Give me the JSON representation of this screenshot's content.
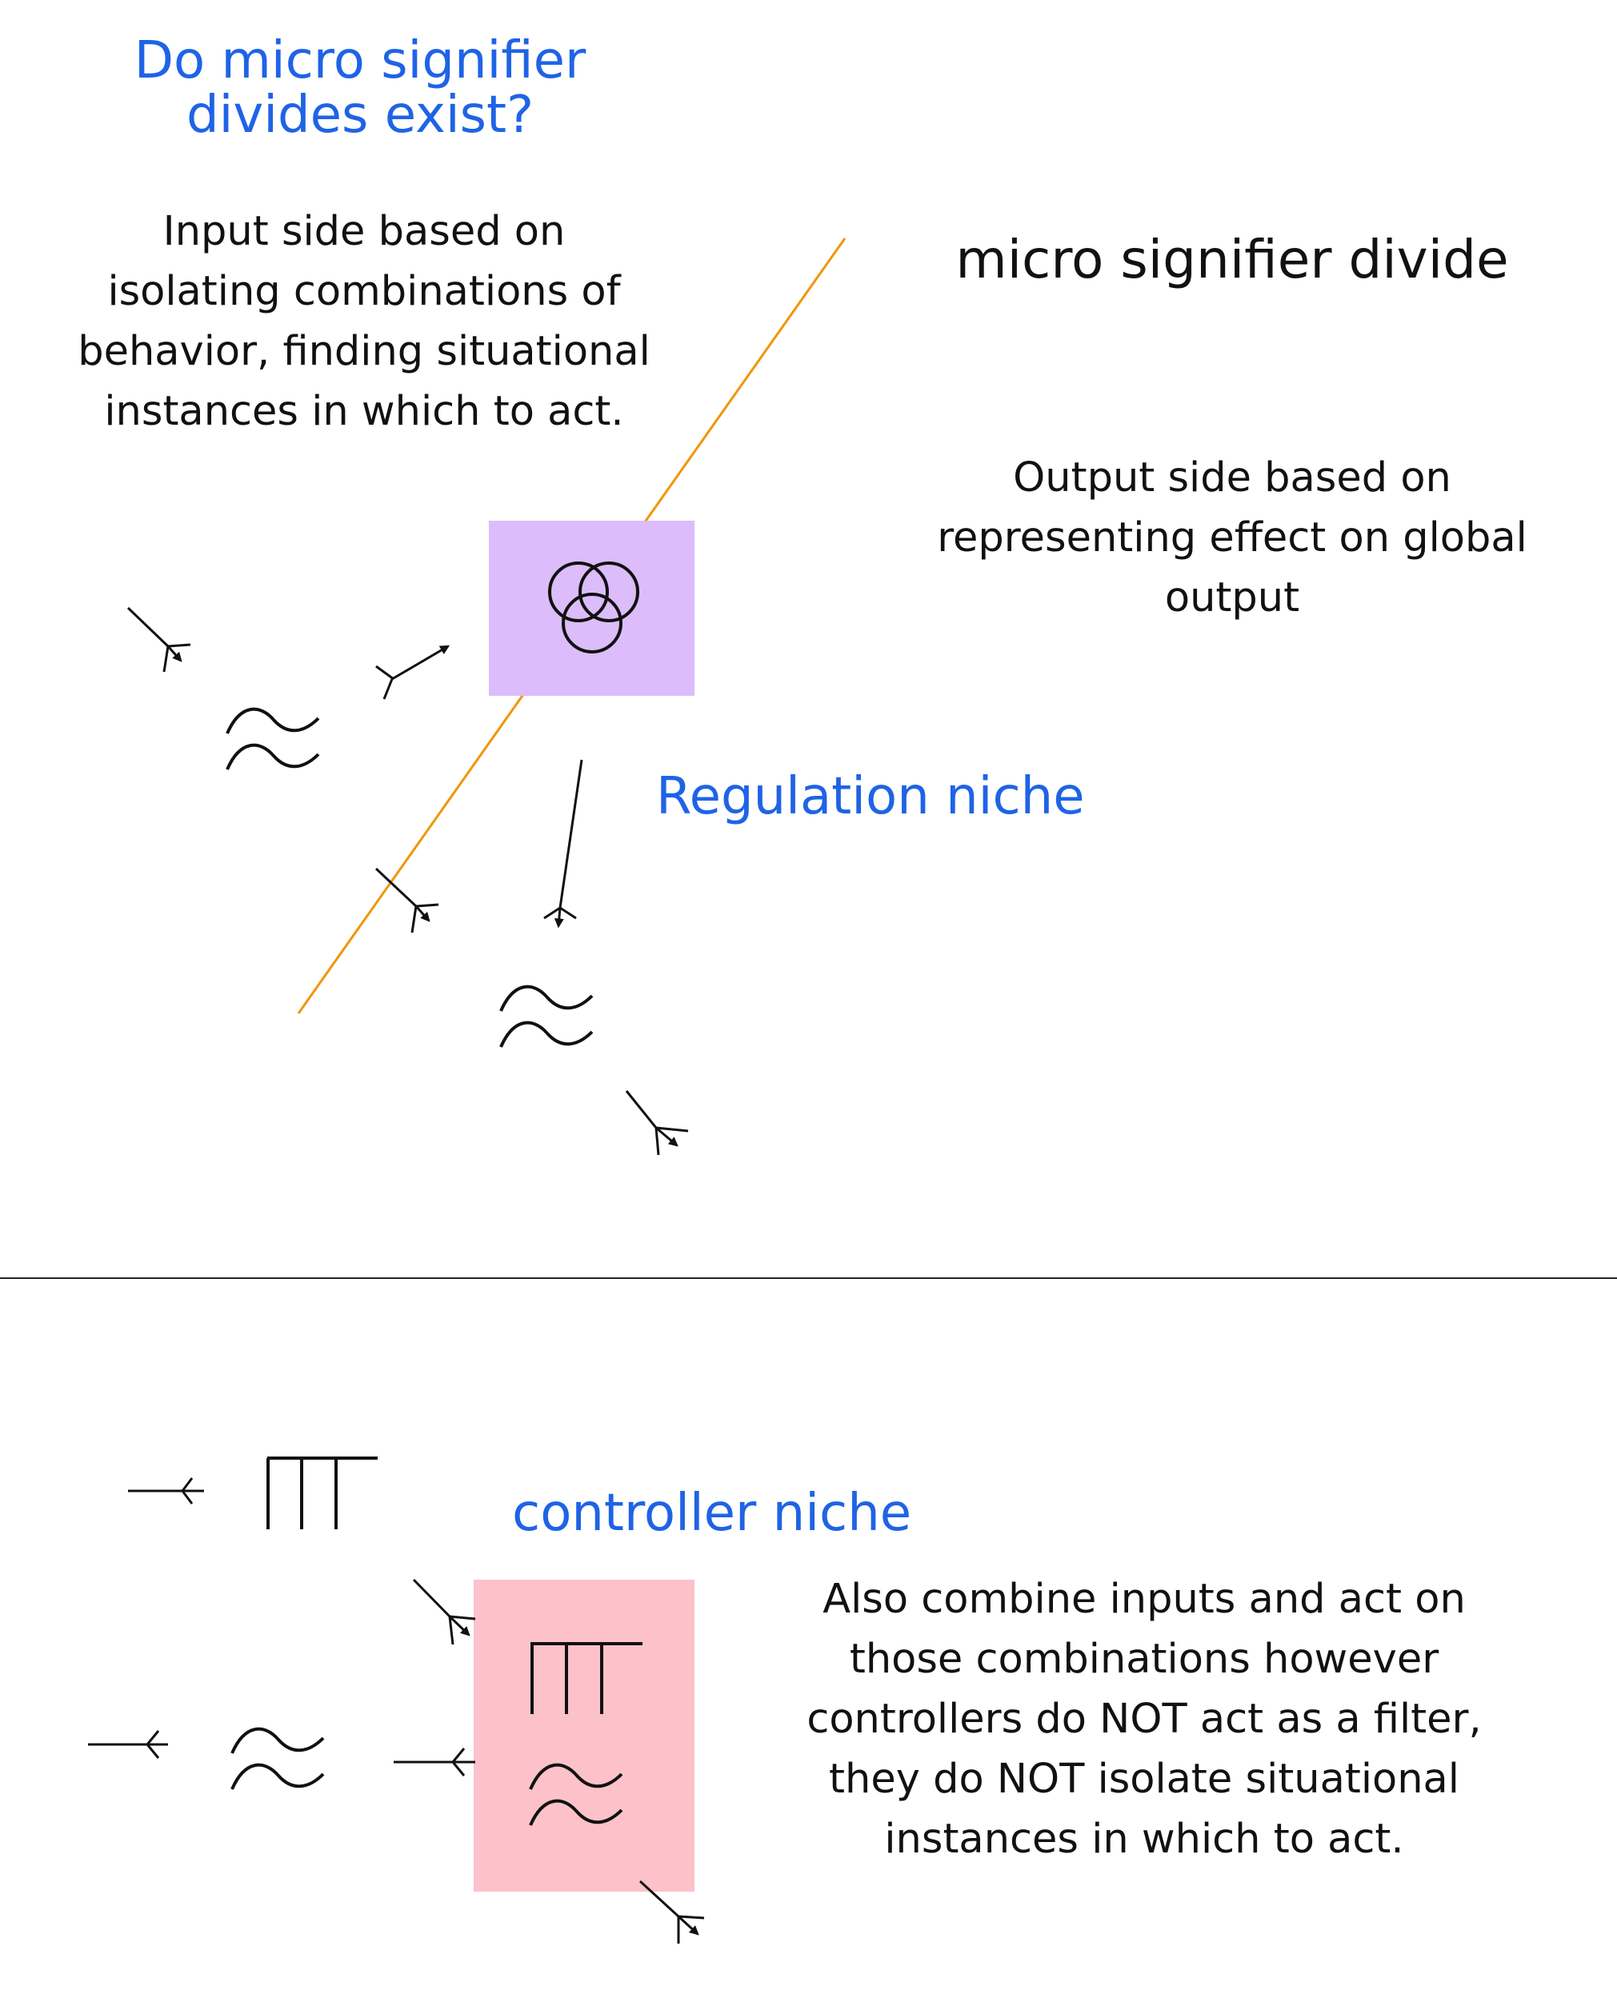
{
  "top_section": {
    "title": "Do micro signifier\ndivides exist?",
    "input_side": "Input side based on\nisolating combinations of\nbehavior, finding situational\ninstances in which to act.",
    "divide_label": "micro signifier divide",
    "output_side": "Output side based on\nrepresenting effect on global\noutput",
    "regulation_label": "Regulation niche"
  },
  "bottom_section": {
    "controller_label": "controller niche",
    "description": "Also combine inputs and act on\nthose combinations however\ncontrollers do NOT act as a filter,\nthey do NOT isolate situational\ninstances in which to act."
  },
  "colors": {
    "blue_text": "#1f63e6",
    "divide_line": "#f0960a",
    "regulation_box": "#dcbcfb",
    "controller_box": "#fdc1c9"
  },
  "icons": [
    "neuron-icon",
    "sine-wave-icon",
    "venn-three-circles-icon",
    "bar-comb-icon"
  ]
}
